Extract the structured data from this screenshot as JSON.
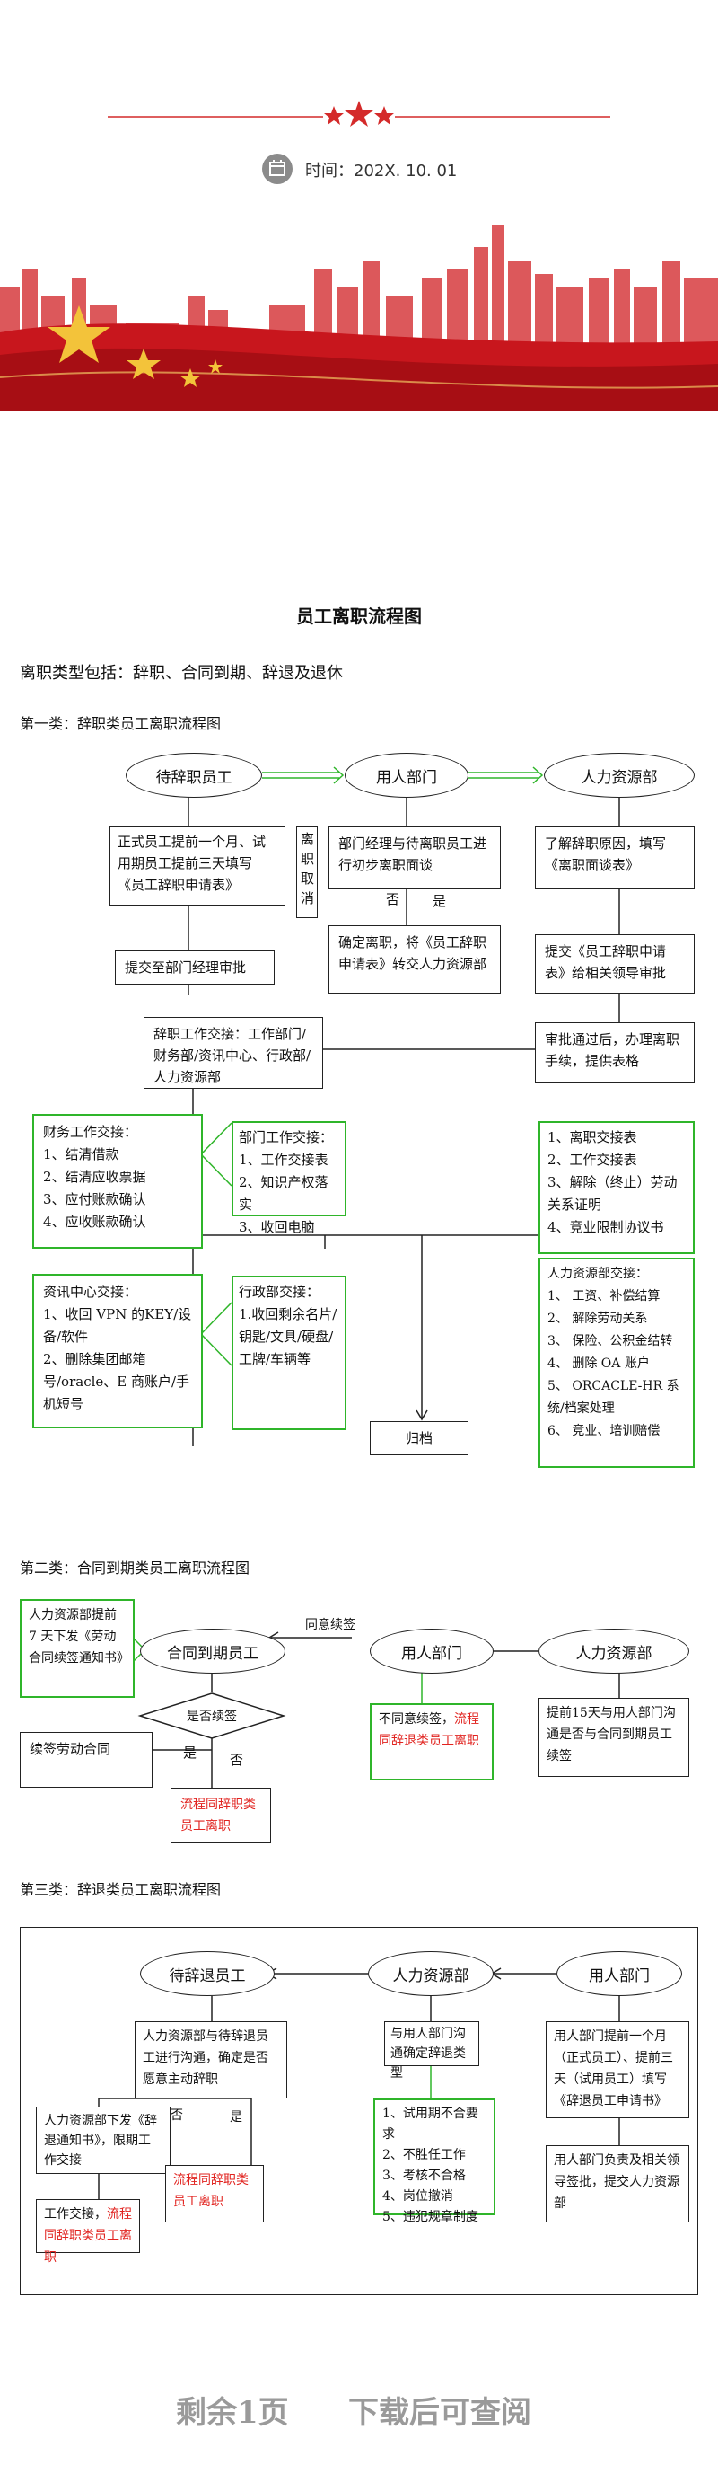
{
  "header": {
    "date_label": "时间：202X. 10. 01"
  },
  "doc": {
    "title": "员工离职流程图",
    "types_line": "离职类型包括：辞职、合同到期、辞退及退休"
  },
  "s1": {
    "heading": "第一类：辞职类员工离职流程图",
    "node_employee": "待辞职员工",
    "node_dept": "用人部门",
    "node_hr": "人力资源部",
    "box_submit_form": "正式员工提前一个月、试用期员工提前三天填写《员工辞职申请表》",
    "box_to_manager": "提交至部门经理审批",
    "box_withdraw": "离职取消",
    "box_interview": "部门经理与待离职员工进行初步离职面谈",
    "label_no": "否",
    "label_yes": "是",
    "box_confirm": "确定离职，将《员工辞职申请表》转交人力资源部",
    "box_hr_reason": "了解辞职原因，填写《离职面谈表》",
    "box_hr_submit": "提交《员工辞职申请表》给相关领导审批",
    "box_approved": "审批通过后，办理离职手续，提供表格",
    "box_handover_depts": "辞职工作交接：工作部门/财务部/资讯中心、行政部/人力资源部",
    "finance_title": "财务工作交接：",
    "finance_items": [
      "1、结清借款",
      "2、结清应收票据",
      "3、应付账款确认",
      "4、应收账款确认"
    ],
    "dept_title": "部门工作交接：",
    "dept_items": [
      "1、工作交接表",
      "2、知识产权落实",
      "3、收回电脑"
    ],
    "hr_forms_items": [
      "1、离职交接表",
      "2、工作交接表",
      "3、解除（终止）劳动关系证明",
      "4、竞业限制协议书"
    ],
    "it_title": "资讯中心交接：",
    "it_items": [
      "1、收回 VPN 的KEY/设备/软件",
      "2、删除集团邮箱号/oracle、E 商账户/手机短号"
    ],
    "admin_title": "行政部交接：",
    "admin_items": [
      "1.收回剩余名片/钥匙/文具/硬盘/工牌/车辆等"
    ],
    "hr2_title": "人力资源部交接：",
    "hr2_items": [
      "1、 工资、补偿结算",
      "2、 解除劳动关系",
      "3、 保险、公积金结转",
      "4、 删除 OA 账户",
      "5、 ORCACLE-HR 系统/档案处理",
      "6、 竞业、培训赔偿"
    ],
    "box_archive": "归档"
  },
  "s2": {
    "heading": "第二类：合同到期类员工离职流程图",
    "box_notice": "人力资源部提前 7 天下发《劳动合同续签通知书》",
    "node_employee": "合同到期员工",
    "node_dept": "用人部门",
    "node_hr": "人力资源部",
    "label_agree": "同意续签",
    "decision": "是否续签",
    "label_yes": "是",
    "label_no": "否",
    "box_renew": "续签劳动合同",
    "box_to_resign_flow": "流程同辞职类员工离职",
    "box_disagree_pre": "不同意续签，",
    "box_disagree_red": "流程同辞退类员工离职",
    "box_hr_communicate": "提前15天与用人部门沟通是否与合同到期员工续签"
  },
  "s3": {
    "heading": "第三类：辞退类员工离职流程图",
    "node_employee": "待辞退员工",
    "node_hr": "人力资源部",
    "node_dept": "用人部门",
    "box_hr_talk": "人力资源部与待辞退员工进行沟通，确定是否愿意主动辞职",
    "label_no": "否",
    "label_yes": "是",
    "box_dismiss_notice": "人力资源部下发《辞退通知书》，限期工作交接",
    "box_handover_pre": "工作交接，",
    "box_handover_red": "流程同辞职类员工离职",
    "box_resign_flow": "流程同辞职类员工离职",
    "box_type": "与用人部门沟通确定辞退类型",
    "type_items": [
      "1、试用期不合要求",
      "2、不胜任工作",
      "3、考核不合格",
      "4、岗位撤消",
      "5、违犯规章制度"
    ],
    "box_dept_apply": "用人部门提前一个月（正式员工）、提前三天（试用员工）填写《辞退员工申请书》",
    "box_dept_approve": "用人部门负责及相关领导签批，提交人力资源部"
  },
  "footer": {
    "remaining": "剩余1页",
    "download": "下载后可查阅"
  },
  "colors": {
    "banner_red": "#c8161d",
    "flow_green": "#2fb52a",
    "highlight_red": "#e1231f"
  }
}
